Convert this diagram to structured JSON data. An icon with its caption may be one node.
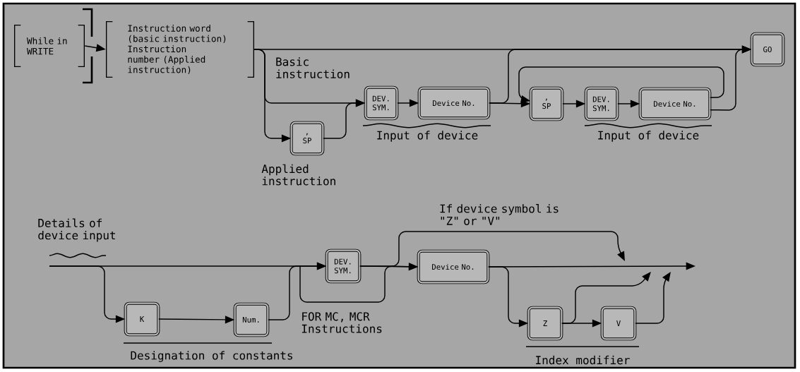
{
  "diagram": {
    "nodes": [
      {
        "text": [
          "While in WRITE"
        ]
      },
      {
        "text": [
          "Instruction word (basic instruction)",
          "Instruction number (Applied instruction)"
        ]
      },
      {
        "text": [
          ",",
          "SP"
        ],
        "beside": [
          "Applied instruction"
        ]
      },
      {
        "text": [
          "DEV. SYM."
        ]
      },
      {
        "text": [
          "Device No."
        ]
      },
      {
        "text": [
          ",",
          "SP"
        ]
      },
      {
        "text": [
          "DEV. SYM."
        ]
      },
      {
        "text": [
          "Device No."
        ]
      },
      {
        "text": [
          "GO"
        ]
      },
      {
        "text": [
          "K"
        ]
      },
      {
        "text": [
          "Num."
        ]
      },
      {
        "text": [
          "DEV. SYM."
        ]
      },
      {
        "text": [
          "Device No."
        ]
      },
      {
        "text": [
          "Z"
        ]
      },
      {
        "text": [
          "V"
        ]
      }
    ],
    "edges": [
      {
        "from": 0,
        "to": 1,
        "arrow": "to"
      },
      {
        "from": 1,
        "to": 8,
        "arrow": "to"
      },
      {
        "from": 1,
        "to": 3,
        "arrow": "to",
        "label": "Basic instruction"
      },
      {
        "from": 1,
        "to": 2,
        "arrow": "to"
      },
      {
        "from": 2,
        "to": 3,
        "arrow": "to"
      },
      {
        "from": 3,
        "to": 4,
        "arrow": "to"
      },
      {
        "from": 4,
        "to": 8,
        "arrow": "to"
      },
      {
        "from": 4,
        "to": 5,
        "arrow": "to"
      },
      {
        "from": 5,
        "to": 6,
        "arrow": "to"
      },
      {
        "from": 6,
        "to": 7,
        "arrow": "to"
      },
      {
        "from": 7,
        "to": 5,
        "arrow": "to"
      },
      {
        "from": 7,
        "to": 8,
        "arrow": "to"
      },
      {
        "from": null,
        "to": 11,
        "arrow": "to"
      },
      {
        "from": null,
        "to": 9,
        "arrow": "to"
      },
      {
        "from": 9,
        "to": 10,
        "arrow": "to"
      },
      {
        "from": 10,
        "to": 11,
        "arrow": "to"
      },
      {
        "from": null,
        "to": 12,
        "arrow": "to",
        "label": "FOR MC, MCR Instructions"
      },
      {
        "from": 11,
        "to": 12,
        "arrow": "to"
      },
      {
        "from": 11,
        "to": null,
        "arrow": "to",
        "label": "If device symbol is \"Z\" or \"V\""
      },
      {
        "from": 12,
        "to": null,
        "arrow": "to"
      },
      {
        "from": 12,
        "to": 13,
        "arrow": "to"
      },
      {
        "from": 13,
        "to": 14,
        "arrow": "to"
      },
      {
        "from": 13,
        "to": null,
        "arrow": "to"
      },
      {
        "from": 14,
        "to": null,
        "arrow": "to"
      }
    ],
    "labels": [
      "Input of device",
      "Input of device",
      "Details of device input",
      "Designation of constants",
      "Index modifier"
    ]
  }
}
